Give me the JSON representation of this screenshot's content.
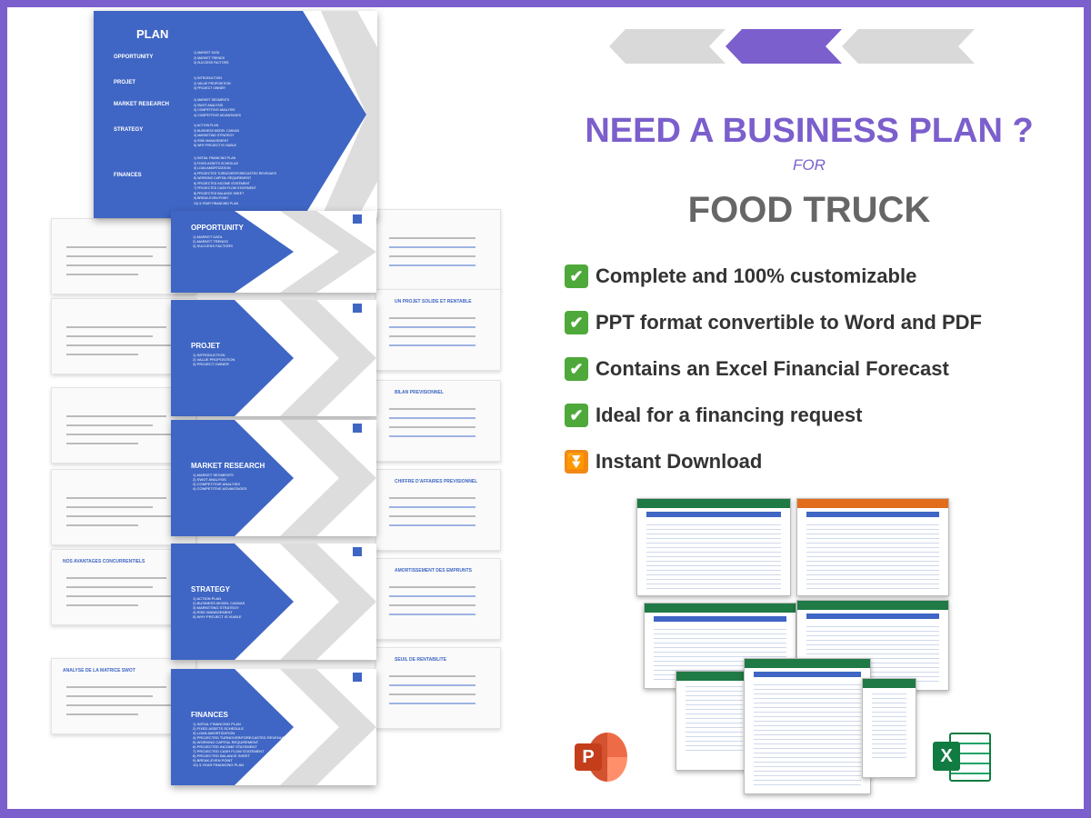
{
  "colors": {
    "accent": "#7b5fcc",
    "slide_blue": "#3f66c4",
    "chevron_gray": "#d9d9d9",
    "heading_gray": "#666666"
  },
  "plan_slide": {
    "title": "PLAN",
    "sections": [
      {
        "label": "OPPORTUNITY",
        "items": [
          "1) Market data",
          "2) Market trends",
          "3) Success factors"
        ]
      },
      {
        "label": "PROJET",
        "items": [
          "1) Introduction",
          "2) Value proposition",
          "3) Project owner"
        ]
      },
      {
        "label": "MARKET RESEARCH",
        "items": [
          "1) Market segments",
          "2) SWOT analysis",
          "3) Competitive analysis",
          "4) Competitive advantages"
        ]
      },
      {
        "label": "STRATEGY",
        "items": [
          "1) Action plan",
          "2) Business model canvas",
          "3) Marketing strategy",
          "4) Risk management",
          "5) Why project is viable"
        ]
      },
      {
        "label": "FINANCES",
        "items": [
          "1) Initial financing plan",
          "2) Fixed assets schedule",
          "3) Loan amortization",
          "4) Projected turnover/forecasted revenues",
          "5) Working capital requirement",
          "6) Projected income statement",
          "7) Projected cash flow statement",
          "8) Projected balance sheet",
          "9) Break-even point",
          "10) 3-year financing plan"
        ]
      }
    ]
  },
  "section_slides": [
    {
      "title": "OPPORTUNITY",
      "items": [
        "1) Market data",
        "2) Market trends",
        "3) Success factors"
      ]
    },
    {
      "title": "PROJET",
      "items": [
        "1) Introduction",
        "2) Value proposition",
        "3) Project owner"
      ]
    },
    {
      "title": "MARKET RESEARCH",
      "items": [
        "1) Market segments",
        "2) SWOT analysis",
        "3) Competitive analysis",
        "4) Competitive advantages"
      ]
    },
    {
      "title": "STRATEGY",
      "items": [
        "1) Action plan",
        "2) Business model canvas",
        "3) Marketing strategy",
        "4) Risk management",
        "5) Why project is viable"
      ]
    },
    {
      "title": "FINANCES",
      "items": [
        "1) Initial financing plan",
        "2) Fixed assets schedule",
        "3) Loan amortization",
        "4) Projected turnover/forecasted revenues",
        "5) Working capital requirement",
        "6) Projected income statement",
        "7) Projected cash flow statement",
        "8) Projected balance sheet",
        "9) Break-even point",
        "10) 3-year financing plan"
      ]
    }
  ],
  "background_slides": [
    "UN PROJET SOLIDE ET RENTABLE",
    "BILAN PREVISIONNEL",
    "CHIFFRE D'AFFAIRES PREVISIONNEL",
    "NOS AVANTAGES CONCURRENTIELS",
    "AMORTISSEMENT DES EMPRUNTS",
    "ANALYSE DE LA MATRICE SWOT",
    "SEUIL DE RENTABILITE"
  ],
  "headline": "NEED A BUSINESS PLAN ?",
  "for": "FOR",
  "subject": "FOOD TRUCK",
  "features": [
    {
      "icon": "check-mark-icon",
      "text": "Complete and 100% customizable"
    },
    {
      "icon": "check-mark-icon",
      "text": "PPT format convertible to Word and PDF"
    },
    {
      "icon": "check-mark-icon",
      "text": "Contains an Excel Financial Forecast"
    },
    {
      "icon": "check-mark-icon",
      "text": "Ideal for a financing request"
    },
    {
      "icon": "double-down-arrow-icon",
      "text": "Instant Download"
    }
  ],
  "app_icons": {
    "powerpoint": "P",
    "excel": "X"
  }
}
